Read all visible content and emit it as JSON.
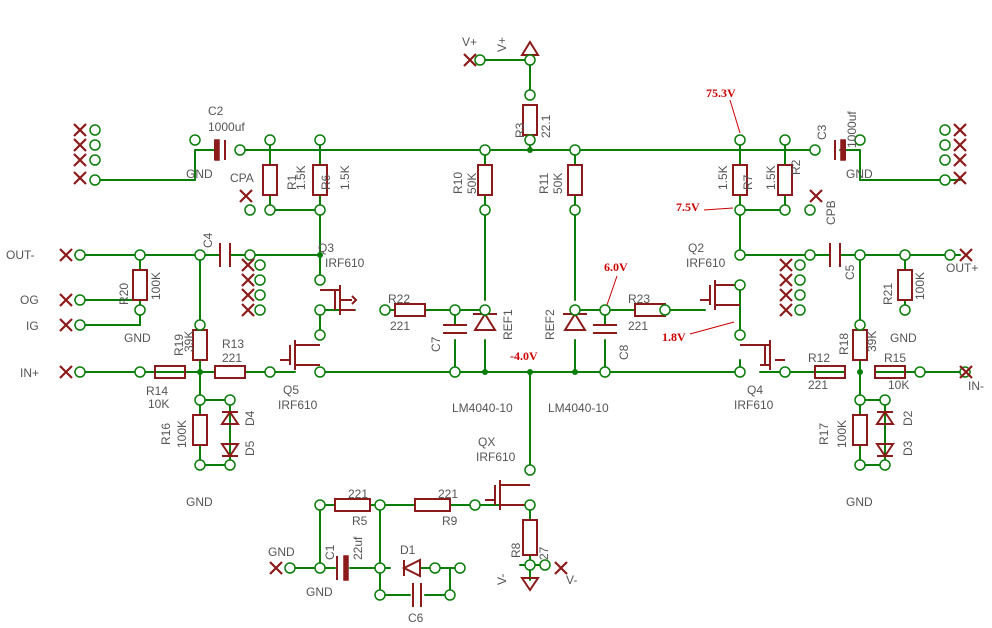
{
  "power": {
    "vplus_label": "V+",
    "vminus_label": "V-",
    "gnd_label": "GND"
  },
  "components": {
    "c2": {
      "name": "C2",
      "value": "1000uf"
    },
    "c3": {
      "name": "C3",
      "value": "1000uf"
    },
    "c1": {
      "name": "C1",
      "value": "22uf"
    },
    "c4": "C4",
    "c5": "C5",
    "c6": "C6",
    "c7": "C7",
    "c8": "C8",
    "r1": {
      "name": "R1",
      "value": "1.5K"
    },
    "r6": {
      "name": "R6",
      "value": "1.5K"
    },
    "r7": {
      "name": "R7",
      "value": "1.5K"
    },
    "r2": {
      "name": "R2",
      "value": "1.5K"
    },
    "r3": {
      "name": "R3",
      "value": "22.1"
    },
    "r10": {
      "name": "R10",
      "value": "50K"
    },
    "r11": {
      "name": "R11",
      "value": "50K"
    },
    "r20": {
      "name": "R20",
      "value": "100K"
    },
    "r21": {
      "name": "R21",
      "value": "100K"
    },
    "r19": {
      "name": "R19",
      "value": "39K"
    },
    "r18": {
      "name": "R18",
      "value": "39K"
    },
    "r13": {
      "name": "R13",
      "value": "221"
    },
    "r12": {
      "name": "R12",
      "value": "221"
    },
    "r14": {
      "name": "R14",
      "value": "10K"
    },
    "r15": {
      "name": "R15",
      "value": "10K"
    },
    "r16": {
      "name": "R16",
      "value": "100K"
    },
    "r17": {
      "name": "R17",
      "value": "100K"
    },
    "r22": {
      "name": "R22",
      "value": "221"
    },
    "r23": {
      "name": "R23",
      "value": "221"
    },
    "r5": {
      "name": "R5",
      "value": "221"
    },
    "r9": {
      "name": "R9",
      "value": "221"
    },
    "r8": {
      "name": "R8",
      "value": "27"
    },
    "q3": {
      "name": "Q3",
      "value": "IRF610"
    },
    "q2": {
      "name": "Q2",
      "value": "IRF610"
    },
    "q5": {
      "name": "Q5",
      "value": "IRF610"
    },
    "q4": {
      "name": "Q4",
      "value": "IRF610"
    },
    "qx": {
      "name": "QX",
      "value": "IRF610"
    },
    "ref1": {
      "name": "REF1",
      "value": "LM4040-10"
    },
    "ref2": {
      "name": "REF2",
      "value": "LM4040-10"
    },
    "d1": "D1",
    "d2": "D2",
    "d3": "D3",
    "d4": "D4",
    "d5": "D5",
    "cpa": "CPA",
    "cpb": "CPB"
  },
  "connectors": {
    "out_minus": "OUT-",
    "out_plus": "OUT+",
    "og": "OG",
    "ig": "IG",
    "in_plus": "IN+",
    "in_minus": "IN-"
  },
  "voltages": {
    "v1": "75.3V",
    "v2": "7.5V",
    "v3": "6.0V",
    "v4": "1.8V",
    "v5": "-4.0V"
  }
}
